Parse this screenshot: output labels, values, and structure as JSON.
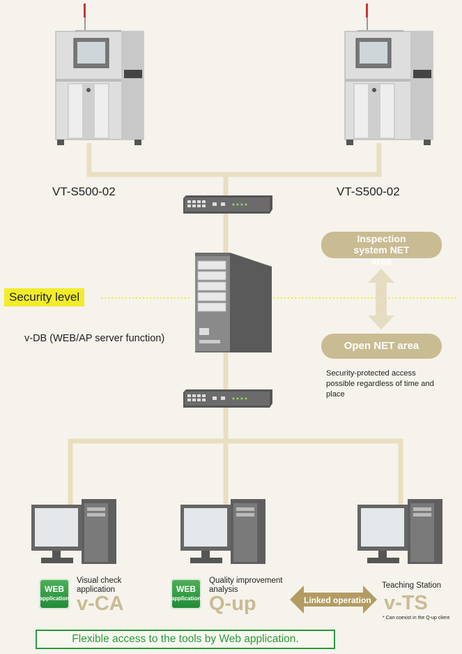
{
  "machines": [
    {
      "label": "VT-S500-02"
    },
    {
      "label": "VT-S500-02"
    }
  ],
  "security": {
    "label": "Security level"
  },
  "server": {
    "label": "v-DB (WEB/AP server function)"
  },
  "areas": {
    "inspection": "Inspection system NET area",
    "open": "Open NET area"
  },
  "note": "Security-protected access possible regardless of time and place",
  "apps": [
    {
      "badge_top": "WEB",
      "badge_bottom": "application",
      "desc": "Visual check application",
      "name": "v-CA"
    },
    {
      "badge_top": "WEB",
      "badge_bottom": "application",
      "desc": "Quality improvement analysis",
      "name": "Q-up"
    },
    {
      "desc": "Teaching Station",
      "name": "v-TS",
      "note": "* Can coexist in the Q-up client"
    }
  ],
  "linked": "Linked operation",
  "footer": "Flexible access to the tools by Web application.",
  "colors": {
    "network_line": "#e9dfc0",
    "accent": "#c9bb92",
    "security": "#f2ec2a",
    "web_green": "#2a9a3c"
  }
}
